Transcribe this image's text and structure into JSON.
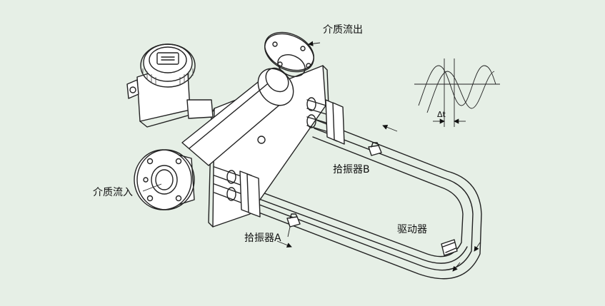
{
  "labels": {
    "outlet": "介质流出",
    "inlet": "介质流入",
    "pickup_b": "拾振器B",
    "pickup_a": "拾振器A",
    "driver": "驱动器",
    "delta_t": "Δt"
  },
  "colors": {
    "background": "#e6efe6",
    "line": "#222222",
    "fill": "#ffffff"
  }
}
